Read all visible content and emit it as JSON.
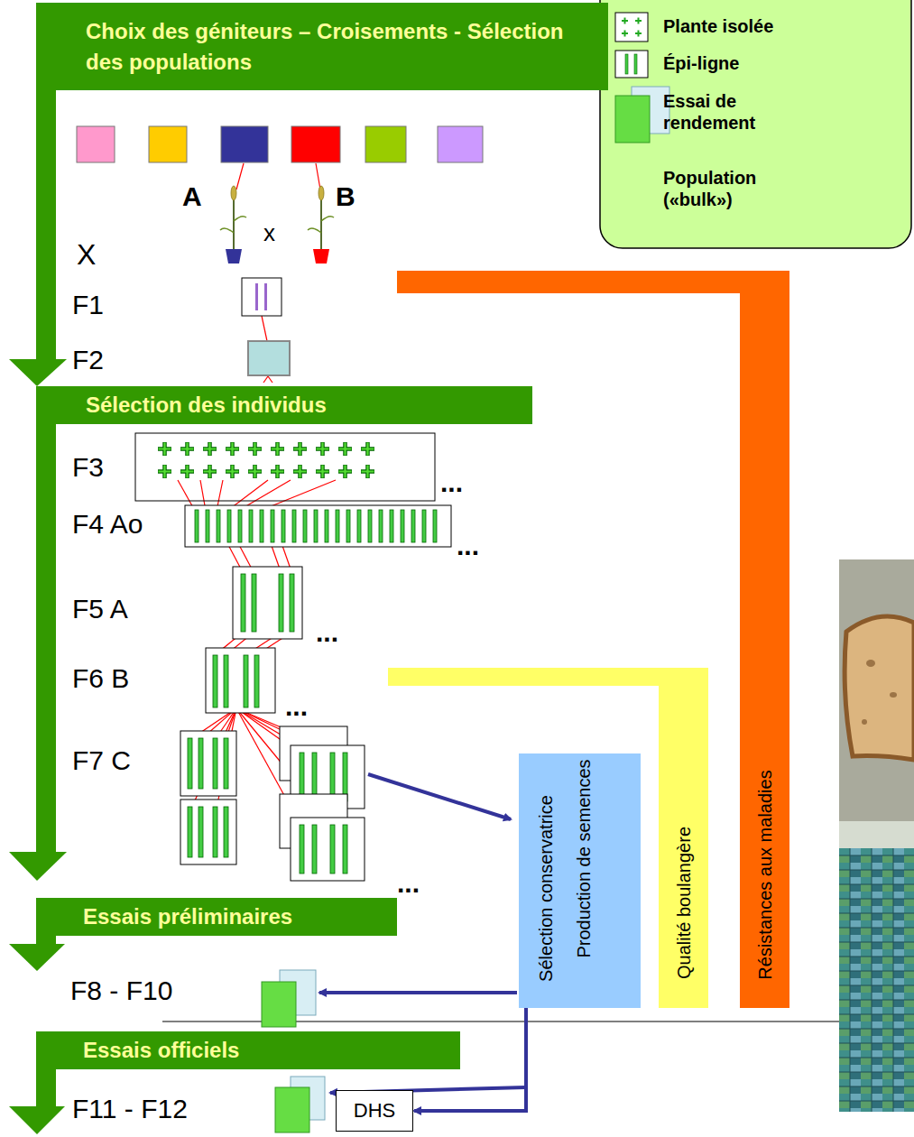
{
  "diagram": {
    "nodes": [
      {
        "text": [
          "Choix des géniteurs – Croisements - Sélection des populations"
        ]
      },
      {
        "text": [
          "Sélection des individus"
        ]
      },
      {
        "text": [
          "Sélection conservatrice",
          "Production de semences"
        ]
      },
      {
        "text": [
          "Qualité boulangère"
        ]
      },
      {
        "text": [
          "Résistances aux maladies"
        ]
      },
      {
        "text": [
          "Essais préliminaires"
        ]
      },
      {
        "text": [
          "Essais officiels"
        ]
      },
      {
        "text": [
          "DHS"
        ]
      }
    ],
    "edges": [
      {
        "from": 2,
        "to": 7,
        "arrow": "to"
      }
    ],
    "labels": [
      "A",
      "x",
      "B",
      "X",
      "F1",
      "F2",
      "F3",
      "...",
      "F4 Ao",
      "...",
      "F5 A",
      "...",
      "F6 B",
      "...",
      "F7 C",
      "...",
      "F8 - F10",
      "F11 - F12"
    ],
    "legend": [
      {
        "text": "Plante isolée"
      },
      {
        "text": "Épi-ligne"
      },
      {
        "text": "Essai de rendement"
      },
      {
        "text": "Population («bulk»)"
      }
    ]
  }
}
